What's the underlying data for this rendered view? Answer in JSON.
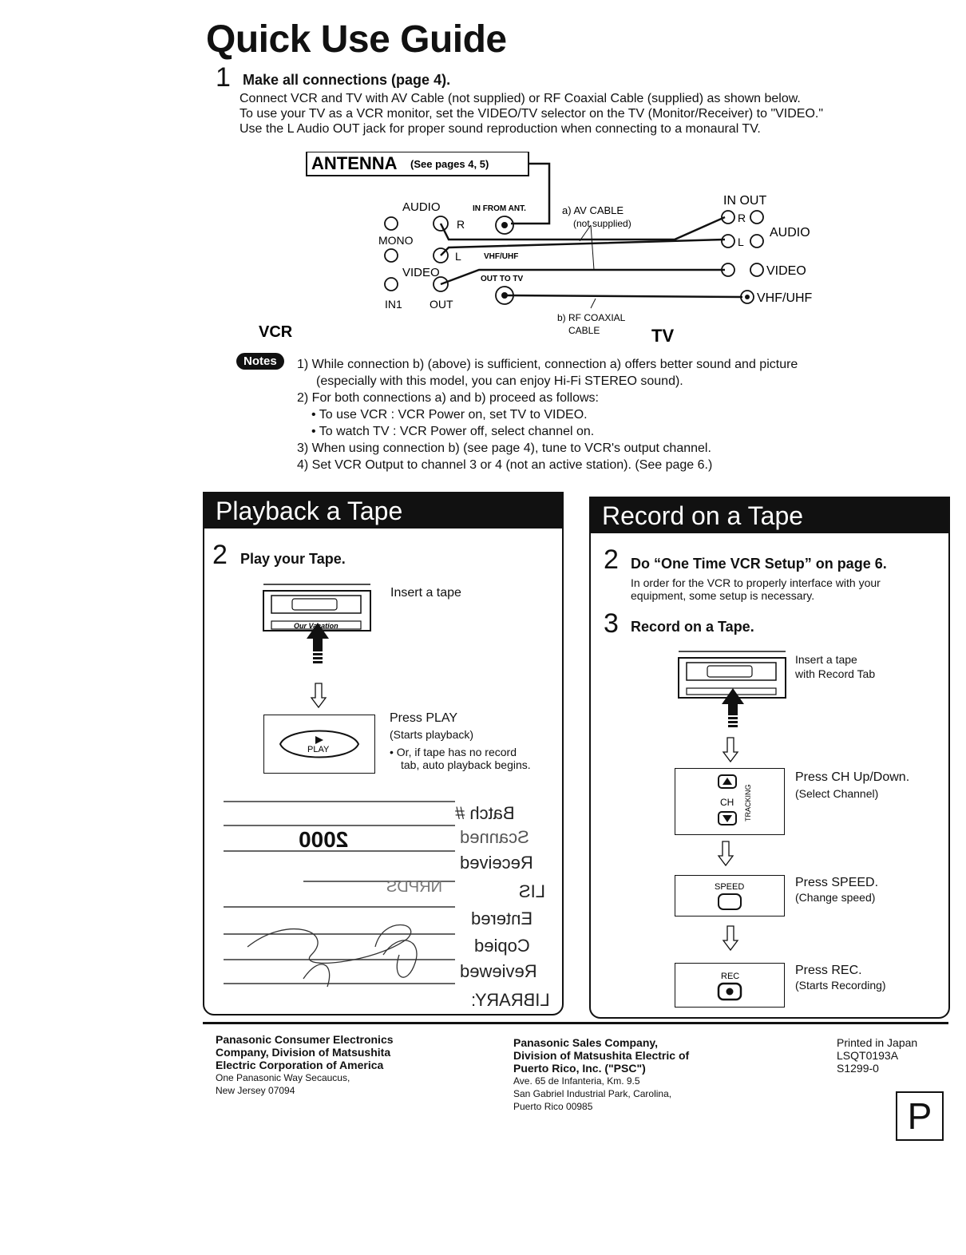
{
  "title": "Quick Use Guide",
  "step1": {
    "number": "1",
    "heading": "Make all connections (page 4).",
    "lines": [
      "Connect VCR and TV with AV Cable (not supplied) or RF Coaxial Cable (supplied) as shown below.",
      "To use your TV as a VCR monitor, set the VIDEO/TV selector on the TV (Monitor/Receiver) to \"VIDEO.\"",
      "Use the L Audio OUT jack for proper sound reproduction when connecting to a monaural TV."
    ]
  },
  "diagram": {
    "antenna_label": "ANTENNA",
    "antenna_note": "(See pages 4, 5)",
    "vcr_audio": "AUDIO",
    "vcr_r": "R",
    "vcr_l": "L",
    "vcr_mono": "MONO",
    "vcr_video": "VIDEO",
    "vcr_in1": "IN1",
    "vcr_out": "OUT",
    "in_from_ant": "IN FROM ANT.",
    "vhf_uhf_small": "VHF/UHF",
    "out_to_tv": "OUT TO TV",
    "av_cable": "a) AV CABLE",
    "av_cable_note": "(not supplied)",
    "rf_cable": "b) RF COAXIAL",
    "rf_cable_2": "CABLE",
    "tv_in_out": "IN  OUT",
    "tv_r": "R",
    "tv_l": "L",
    "tv_audio": "AUDIO",
    "tv_video": "VIDEO",
    "tv_vhf_uhf": "VHF/UHF",
    "vcr_label": "VCR",
    "tv_label": "TV"
  },
  "notes": {
    "badge": "Notes",
    "lines": [
      "1) While connection b) (above) is sufficient, connection a) offers better sound and picture",
      "(especially with this model, you can enjoy Hi-Fi STEREO sound).",
      "2) For both connections a) and b) proceed as follows:",
      "• To use VCR : VCR Power on, set TV to VIDEO.",
      "• To watch TV : VCR Power off, select channel on.",
      "3) When using connection b) (see page 4), tune to VCR's output channel.",
      "4) Set VCR Output to channel 3 or 4 (not an active station). (See page 6.)"
    ]
  },
  "playback": {
    "header": "Playback a Tape",
    "step_number": "2",
    "step_heading": "Play your Tape.",
    "insert": "Insert a tape",
    "tape_label": "Our Vacation",
    "press_play": "Press PLAY",
    "starts_playback": "(Starts playback)",
    "or_note_1": "• Or, if tape has no record",
    "or_note_2": "tab, auto playback begins.",
    "play_button": "PLAY",
    "stamp": [
      "Batch #",
      "Scanned",
      "Received",
      "LIS",
      "NRPDS",
      "Entered",
      "Copied",
      "Reviewed",
      "LIBRARY:",
      "2000"
    ]
  },
  "record": {
    "header": "Record on a Tape",
    "step2_number": "2",
    "step2_heading": "Do “One Time VCR Setup” on page 6.",
    "step2_line1": "In order for the VCR to properly interface with your",
    "step2_line2": "equipment, some setup is necessary.",
    "step3_number": "3",
    "step3_heading": "Record on a Tape.",
    "insert_1": "Insert a tape",
    "insert_2": "with Record Tab",
    "press_ch": "Press CH Up/Down.",
    "select_channel": "(Select Channel)",
    "ch_label": "CH",
    "tracking_label": "TRACKING",
    "press_speed": "Press SPEED.",
    "change_speed": "(Change speed)",
    "speed_label": "SPEED",
    "press_rec": "Press REC.",
    "starts_recording": "(Starts Recording)",
    "rec_label": "REC"
  },
  "footer": {
    "col1_bold": [
      "Panasonic Consumer Electronics",
      "Company, Division of Matsushita",
      "Electric Corporation of America"
    ],
    "col1": [
      "One Panasonic Way Secaucus,",
      "New Jersey 07094"
    ],
    "col2_bold": [
      "Panasonic Sales Company,",
      "Division of Matsushita Electric of",
      "Puerto Rico, Inc. (\"PSC\")"
    ],
    "col2": [
      "Ave. 65 de Infanteria, Km. 9.5",
      "San Gabriel Industrial Park, Carolina,",
      "Puerto Rico 00985"
    ],
    "col3": [
      "Printed in Japan",
      "LSQT0193A",
      "S1299-0"
    ],
    "letter": "P"
  }
}
